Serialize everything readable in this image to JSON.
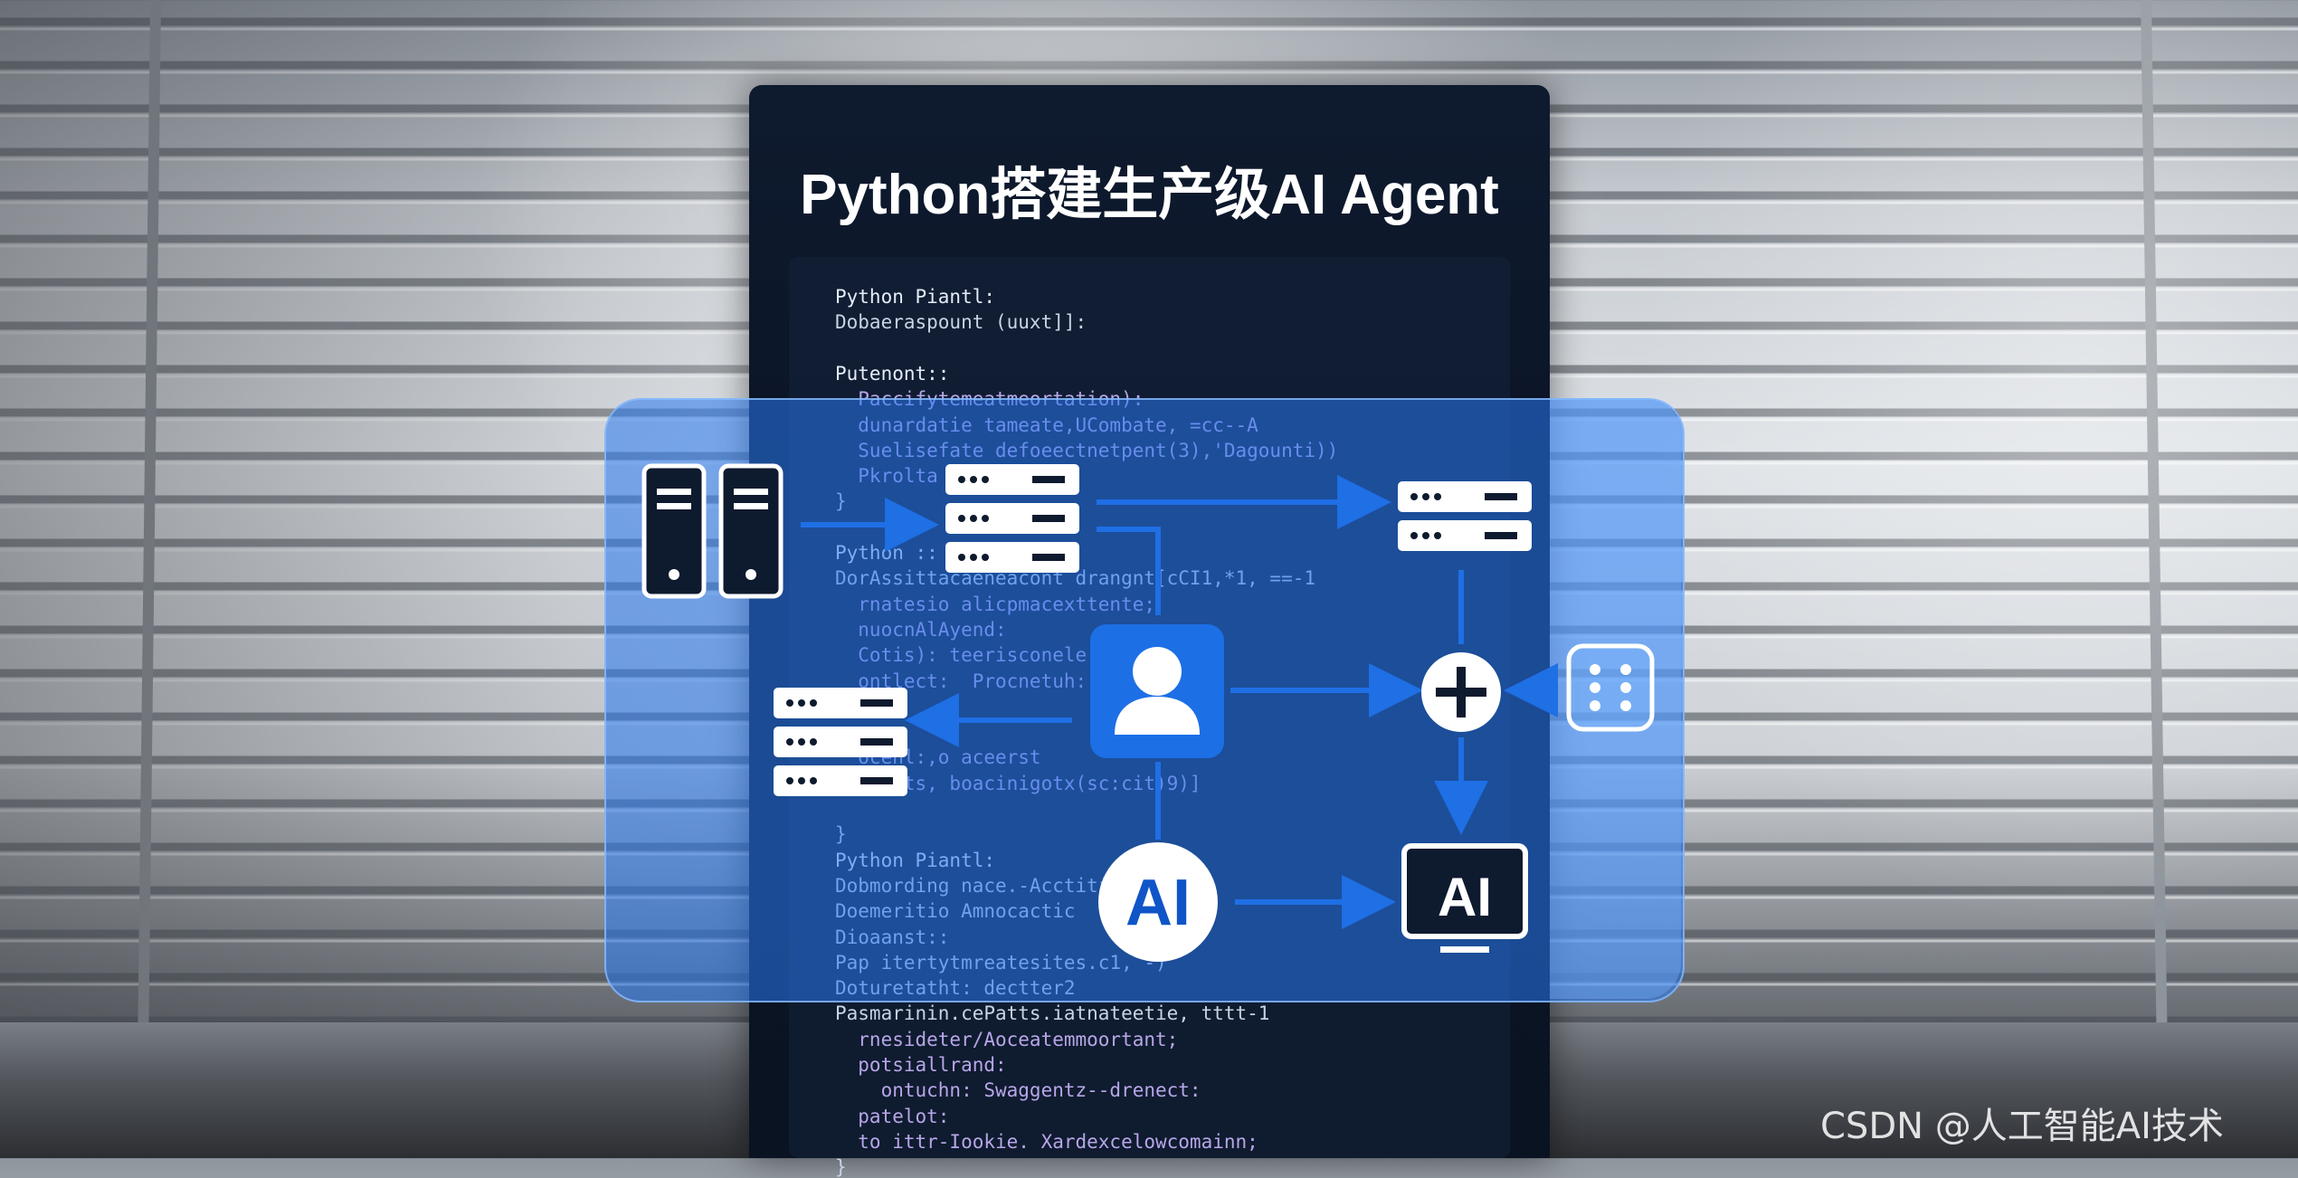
{
  "title": "Python搭建生产级AI Agent",
  "watermark": "CSDN @人工智能AI技术",
  "code_lines": [
    "Python Piantl:",
    "Dobaeraspount (uuxt]]:",
    "",
    "Putenont::",
    "  Paccifytemeatmeortation):",
    "  dunardatie tameate,UCombate, =cc--A",
    "  Suelisefate defoeectnetpent(3),'Dagounti))",
    "  Pkrolta",
    "}",
    "",
    "Python ::",
    "DorAssittacaeneacont drangnt[cCI1,*1, ==-1",
    "  rnatesio alicpmacexttente;",
    "  nuocnAlAyend:",
    "  Cotis): teerisconele",
    "  ontlect:  Procnetuh:",
    "",
    "",
    "  ocenl:,o aceerst",
    "  aricts, boacinigotx(sc:cit)9)]",
    "",
    "}",
    "Python Piantl:",
    "Dobmording nace.-Acctitimatter",
    "Doemeritio Amnocactic",
    "Dioaanst::",
    "Pap itertytmreatesites.c1, -)",
    "Doturetatht: dectter2",
    "Pasmarinin.cePatts.iatnateetie, tttt-1",
    "  rnesideter/Aoceatemmoortant;",
    "  potsiallrand:",
    "    ontuchn: Swaggentz--drenect:",
    "  patelot:",
    "  to ittr-Iookie. Xardexcelowcomainn;",
    "}"
  ],
  "icons": {
    "ai_badge": "AI",
    "ai_monitor": "AI"
  },
  "colors": {
    "accent": "#2a7cf0",
    "panel": "#0b1526",
    "icon_fill": "#ffffff"
  }
}
